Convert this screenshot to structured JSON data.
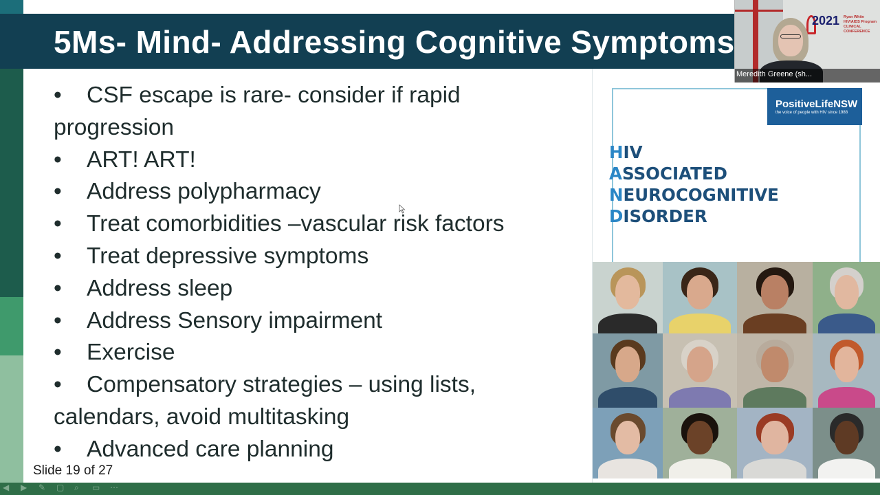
{
  "slide": {
    "title": "5Ms- Mind- Addressing Cognitive Symptoms",
    "bullet_char": "•",
    "bullets": [
      "CSF escape is rare- consider if rapid",
      "ART! ART!",
      "Address polypharmacy",
      "Treat comorbidities –vascular risk factors",
      "Treat depressive symptoms",
      "Address sleep",
      "Address Sensory impairment",
      "Exercise",
      "Compensatory strategies – using lists,",
      "Advanced  care planning"
    ],
    "continuations": {
      "b0": "progression",
      "b8": "calendars, avoid multitasking"
    },
    "counter": "Slide 19 of 27"
  },
  "poster": {
    "logo_name": "PositiveLifeNSW",
    "logo_tagline": "the voice of people with HIV since 1988",
    "heading": [
      {
        "initial": "H",
        "rest": "IV"
      },
      {
        "initial": "A",
        "rest": "SSOCIATED"
      },
      {
        "initial": "N",
        "rest": "EUROCOGNITIVE"
      },
      {
        "initial": "D",
        "rest": "ISORDER"
      }
    ]
  },
  "webcam": {
    "participant_name": "Meredith Greene (sh...",
    "conference_year": "2021",
    "conference_text": "Ryan White HIV/AIDS Program CLINICAL CONFERENCE"
  },
  "colors": {
    "title_bg": "#123f52",
    "accent_green": "#2f6e48",
    "poster_blue": "#1d5f9a"
  }
}
